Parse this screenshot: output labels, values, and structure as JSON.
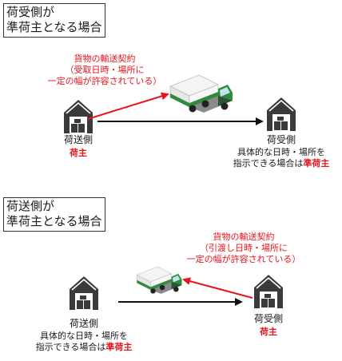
{
  "scenario1": {
    "title_line1": "荷受側が",
    "title_line2": "準荷主となる場合",
    "contract_line1": "貨物の輸送契約",
    "contract_line2": "（受取日時・場所に",
    "contract_line3": "一定の幅が許容されている）",
    "sender_label": "荷送側",
    "sender_role": "荷主",
    "receiver_label": "荷受側",
    "receiver_note_line1": "具体的な日時・場所を",
    "receiver_note_line2_prefix": "指示できる場合は",
    "receiver_note_line2_emph": "準荷主"
  },
  "scenario2": {
    "title_line1": "荷送側が",
    "title_line2": "準荷主となる場合",
    "contract_line1": "貨物の輸送契約",
    "contract_line2": "（引渡し日時・場所に",
    "contract_line3": "一定の幅が許容されている）",
    "sender_label": "荷送側",
    "sender_note_line1": "具体的な日時・場所を",
    "sender_note_line2_prefix": "指示できる場合は",
    "sender_note_line2_emph": "準荷主",
    "receiver_label": "荷受側",
    "receiver_role": "荷主"
  },
  "colors": {
    "accent_red": "#e8141c",
    "warehouse": "#3a3a3a",
    "truck_green": "#2e8b3a",
    "truck_body": "#f2f2f2"
  }
}
